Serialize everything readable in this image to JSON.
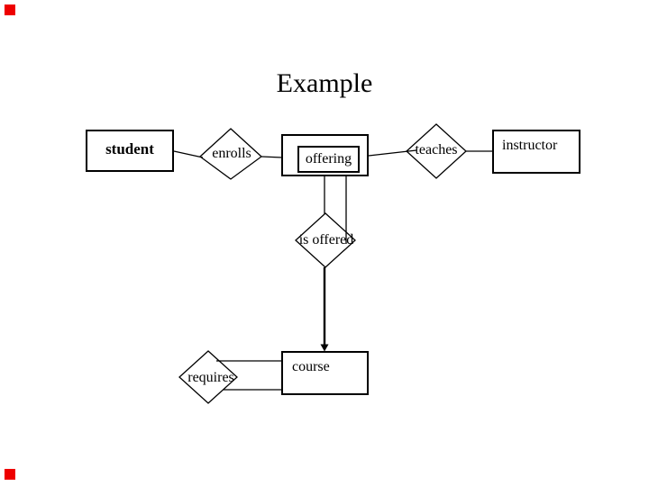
{
  "slide": {
    "title": "Example"
  },
  "colors": {
    "background": "#ffffff",
    "line": "#000000",
    "text": "#000000",
    "corner_marker": "#ee0000"
  },
  "diagram": {
    "type": "entity-relationship",
    "entities": {
      "student": {
        "label": "student",
        "shape": "rectangle-bold-label"
      },
      "offering": {
        "label": "offering",
        "shape": "double-rectangle"
      },
      "instructor": {
        "label": "instructor",
        "shape": "rectangle"
      },
      "course": {
        "label": "course",
        "shape": "rectangle"
      }
    },
    "relationships": {
      "enrolls": {
        "label": "enrolls",
        "shape": "diamond"
      },
      "teaches": {
        "label": "teaches",
        "shape": "diamond"
      },
      "is_offered": {
        "label": "is offered",
        "shape": "diamond"
      },
      "requires": {
        "label": "requires",
        "shape": "diamond"
      }
    },
    "connections": [
      "student - enrolls",
      "enrolls - offering",
      "offering - teaches",
      "teaches - instructor",
      "offering = is offered (two parallel lines)",
      "is offered -> course (thick arrow down)",
      "requires = course (two parallel lines)"
    ]
  }
}
